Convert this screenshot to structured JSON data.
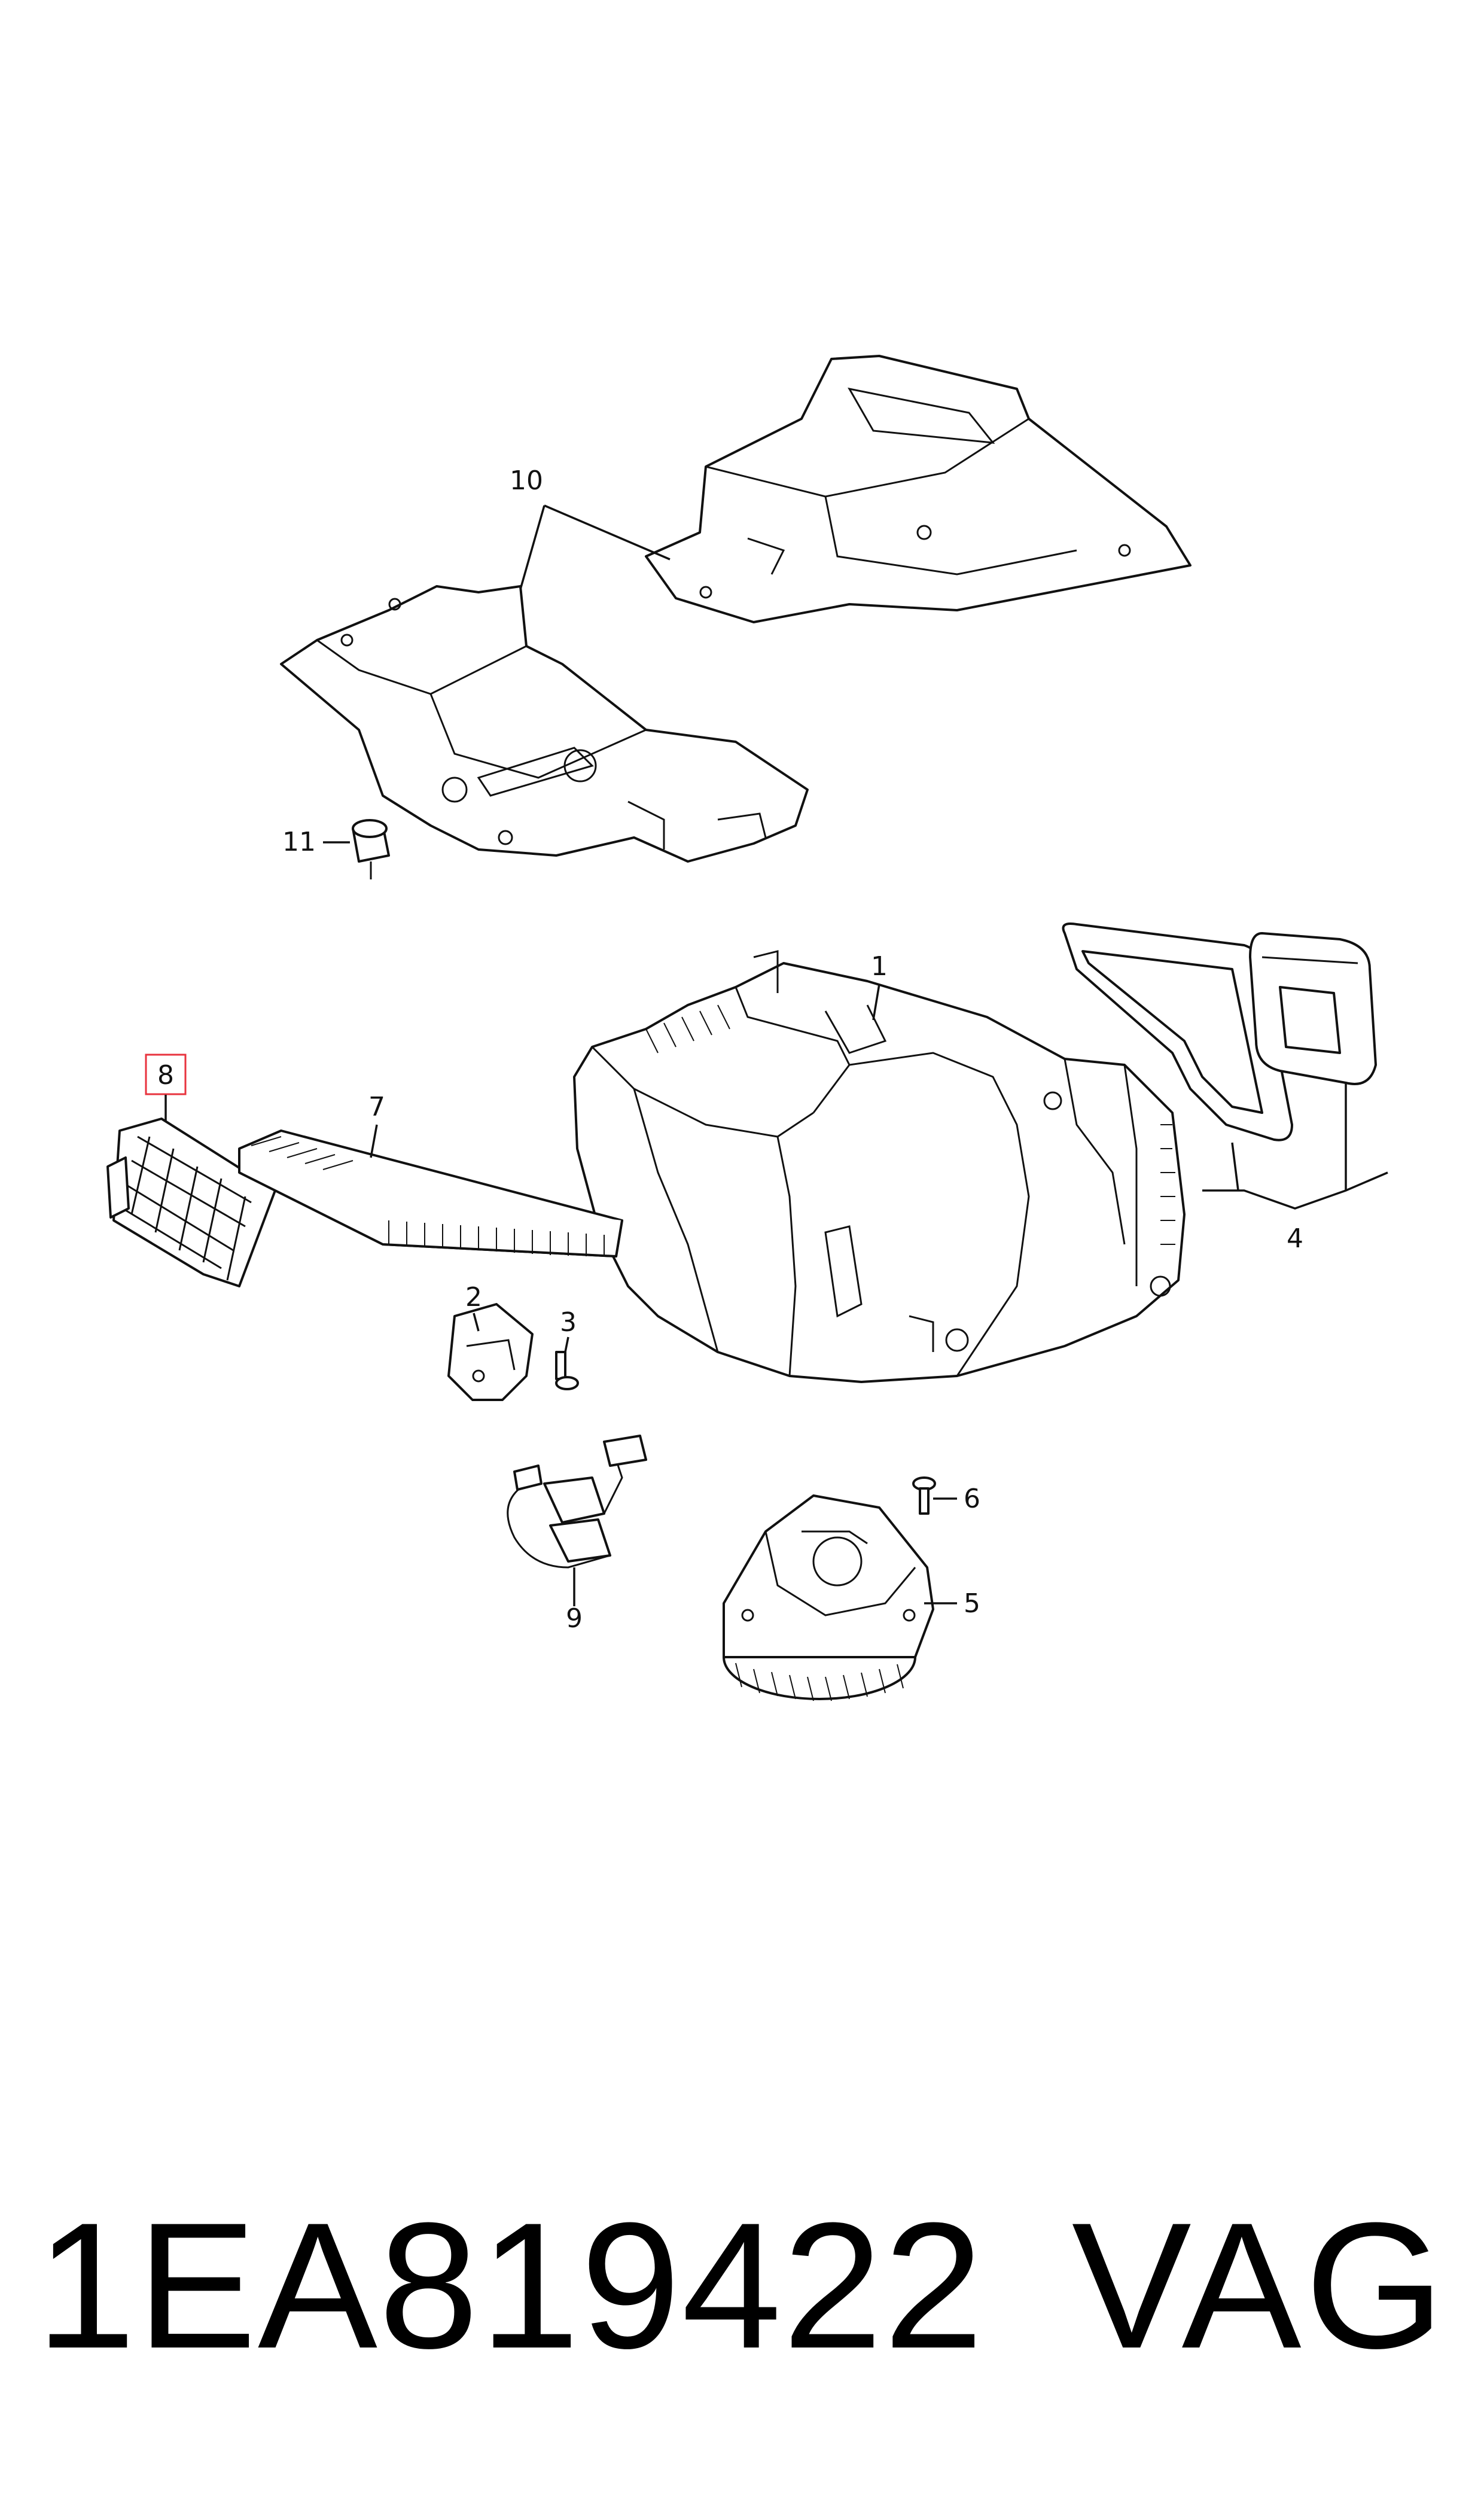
{
  "callouts": {
    "c1": "1",
    "c2": "2",
    "c3": "3",
    "c4": "4",
    "c5": "5",
    "c6": "6",
    "c7": "7",
    "c8": "8",
    "c9": "9",
    "c10": "10",
    "c11": "11"
  },
  "highlighted_callout": "8",
  "footer": {
    "part_number": "1EA819422",
    "brand": "VAG"
  },
  "colors": {
    "highlight": "#e8333e",
    "line": "#111111"
  }
}
